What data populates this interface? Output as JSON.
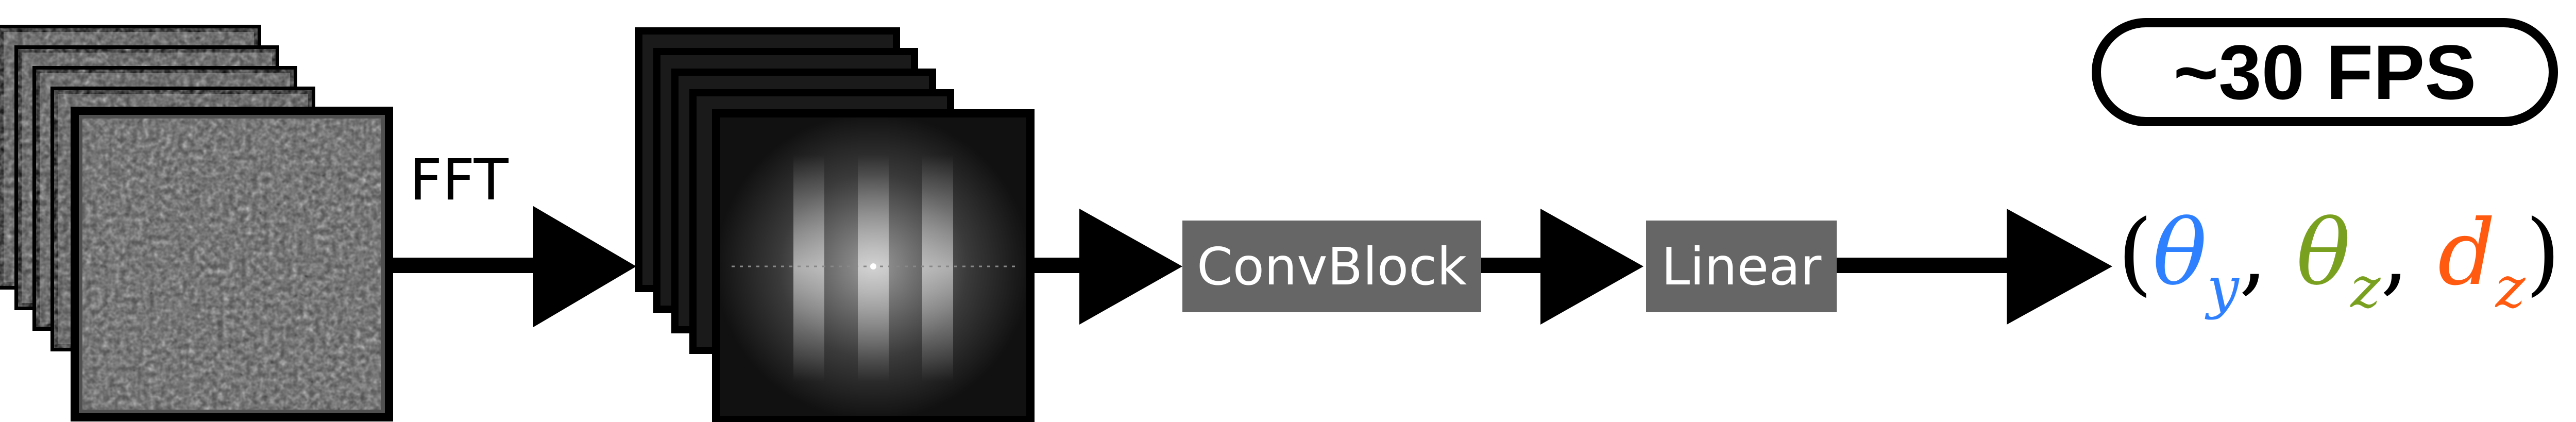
{
  "labels": {
    "fft": "FFT",
    "convblock": "ConvBlock",
    "linear": "Linear",
    "fps": "~30 FPS"
  },
  "output": {
    "open_paren": "(",
    "close_paren": ")",
    "separator": ",",
    "theta": "θ",
    "d": "d",
    "sub_y": "y",
    "sub_z": "z"
  },
  "colors": {
    "theta_y": "#2f80ff",
    "theta_z": "#7aa020",
    "d_z": "#ff5a10",
    "block_fill": "#666666"
  },
  "icons": {
    "input_stack": "speckle-image-stack-icon",
    "fft_stack": "fft-spectrum-stack-icon"
  }
}
